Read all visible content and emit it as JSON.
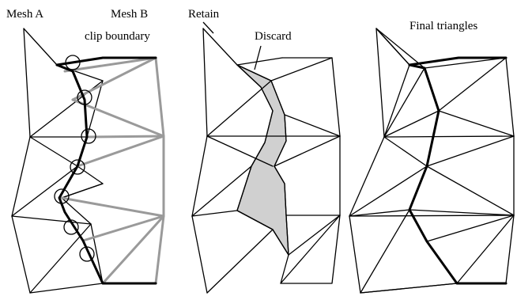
{
  "panels": {
    "left": {
      "mesh_a_label": "Mesh A",
      "mesh_b_label": "Mesh B",
      "clip_label": "clip boundary"
    },
    "middle": {
      "retain_label": "Retain",
      "discard_label": "Discard"
    },
    "right": {
      "final_label": "Final triangles"
    }
  },
  "colors": {
    "line": "#000000",
    "mesh_b": "#9a9a9a",
    "discard_fill": "#d0d0d0",
    "background": "#ffffff"
  }
}
